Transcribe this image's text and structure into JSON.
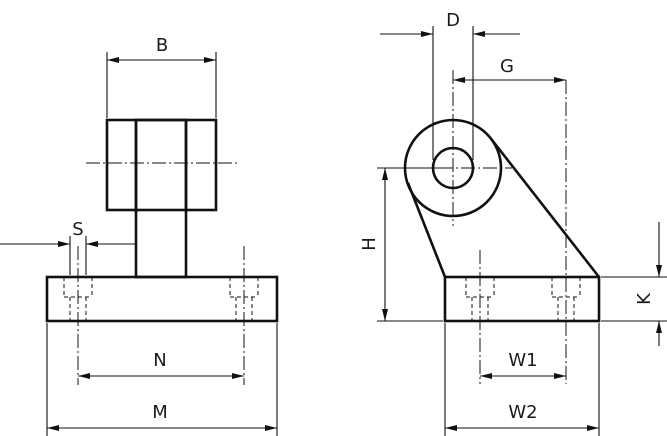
{
  "labels": {
    "B": "B",
    "S": "S",
    "N": "N",
    "M": "M",
    "D": "D",
    "G": "G",
    "H": "H",
    "K": "K",
    "W1": "W1",
    "W2": "W2"
  }
}
